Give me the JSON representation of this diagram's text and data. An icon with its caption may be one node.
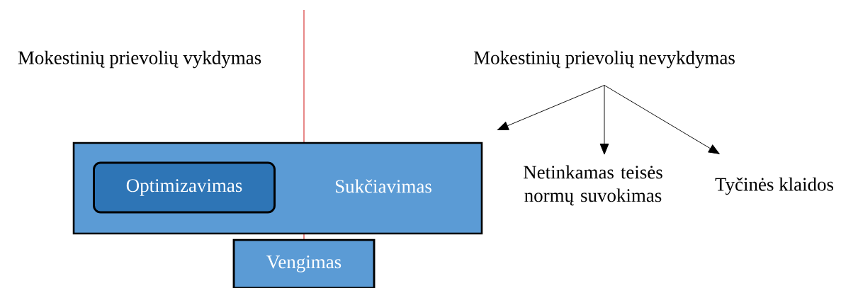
{
  "diagram": {
    "nodes": [
      {
        "text": [
          "Mokestinių prievolių vykdymas"
        ]
      },
      {
        "text": [
          "Mokestinių prievolių nevykdymas"
        ]
      },
      {
        "text": [
          "Sukčiavimas"
        ]
      },
      {
        "text": [
          "Optimizavimas"
        ],
        "in": 2
      },
      {
        "text": [
          "Netinkamas teisės normų suvokimas"
        ]
      },
      {
        "text": [
          "Tyčinės klaidos"
        ]
      },
      {
        "text": [
          "Vengimas"
        ]
      }
    ],
    "edges": [
      {
        "from": 1,
        "to": 2,
        "arrow": "to"
      },
      {
        "from": 1,
        "to": 4,
        "arrow": "to"
      },
      {
        "from": 1,
        "to": 5,
        "arrow": "to"
      }
    ]
  }
}
